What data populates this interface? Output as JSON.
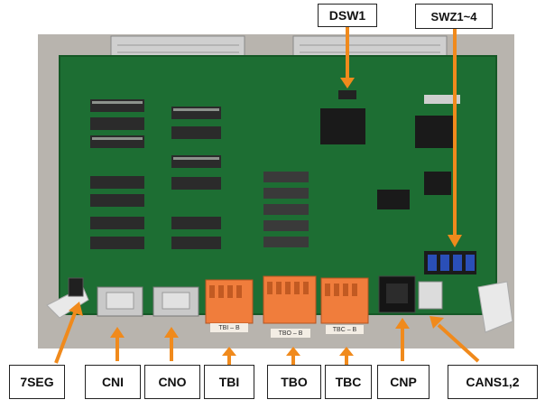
{
  "board": {
    "pcb_color": "#1d6e33",
    "arrow_color": "#f08a1c",
    "terminal_color": "#f07d3c",
    "connector_labels": {
      "tbi": "TBI – B",
      "tbo": "TBO – B",
      "tbc": "TBC – B"
    }
  },
  "callouts": {
    "dsw1": "DSW1",
    "swz": "SWZ1~4",
    "seg7": "7SEG",
    "cni": "CNI",
    "cno": "CNO",
    "tbi": "TBI",
    "tbo": "TBO",
    "tbc": "TBC",
    "cnp": "CNP",
    "cans": "CANS1,2"
  }
}
